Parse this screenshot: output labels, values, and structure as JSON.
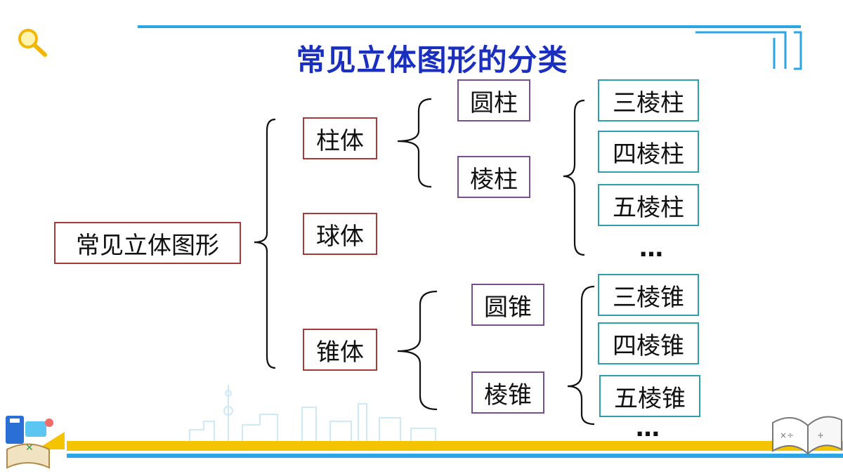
{
  "title": "常见立体图形的分类",
  "root": {
    "label": "常见立体图形"
  },
  "level1": [
    {
      "label": "柱体"
    },
    {
      "label": "球体"
    },
    {
      "label": "锥体"
    }
  ],
  "prism_group": {
    "items": [
      {
        "label": "圆柱"
      },
      {
        "label": "棱柱"
      }
    ],
    "prisms": [
      {
        "label": "三棱柱"
      },
      {
        "label": "四棱柱"
      },
      {
        "label": "五棱柱"
      }
    ],
    "more": "…"
  },
  "cone_group": {
    "items": [
      {
        "label": "圆锥"
      },
      {
        "label": "棱锥"
      }
    ],
    "pyramids": [
      {
        "label": "三棱锥"
      },
      {
        "label": "四棱锥"
      },
      {
        "label": "五棱锥"
      }
    ],
    "more": "…"
  },
  "colors": {
    "title": "#1a2fbf",
    "level1_border": "#a53a3a",
    "level2_border": "#7a4f8e",
    "level3_border": "#2f9fae",
    "accent_blue": "#2aa6e6",
    "accent_yellow": "#f5c400"
  },
  "icons": [
    "magnifier-icon",
    "math-toolkit-icon",
    "open-book-icon",
    "city-skyline-decoration"
  ]
}
